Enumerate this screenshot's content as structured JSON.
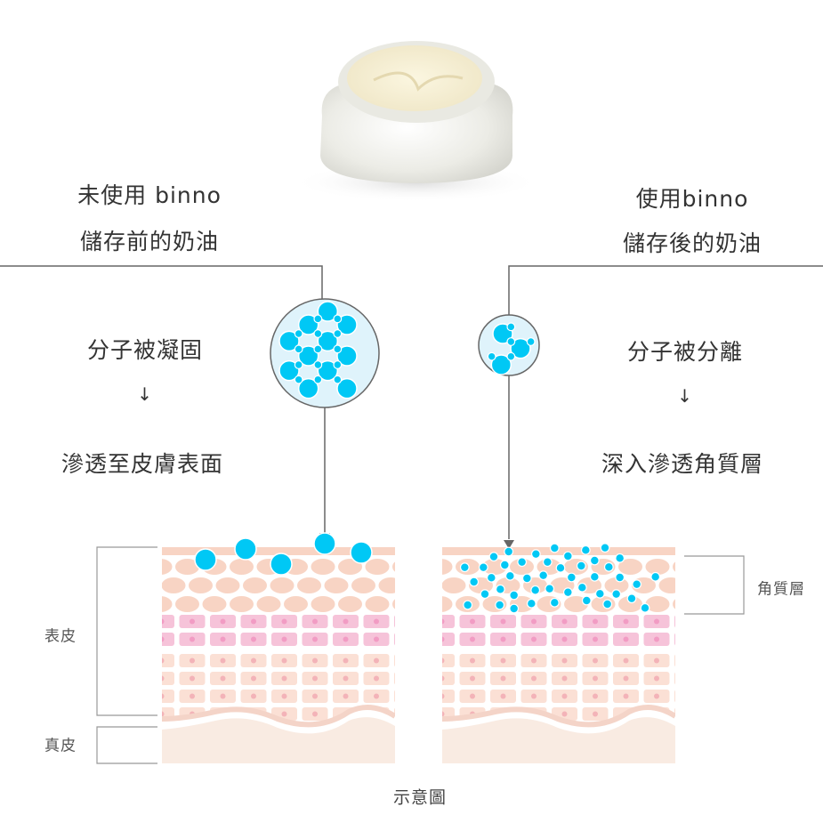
{
  "left": {
    "title_line1": "未使用 binno",
    "title_line2": "儲存前的奶油",
    "state": "分子被凝固",
    "arrow": "↓",
    "result": "滲透至皮膚表面"
  },
  "right": {
    "title_line1": "使用binno",
    "title_line2": "儲存後的奶油",
    "state": "分子被分離",
    "arrow": "↓",
    "result": "深入滲透角質層"
  },
  "labels": {
    "epidermis": "表皮",
    "dermis": "真皮",
    "stratum_corneum": "角質層",
    "caption": "示意圖"
  },
  "colors": {
    "molecule": "#00c8f5",
    "molecule_bg": "#dff3fb",
    "corneum_cell": "#f8d4c4",
    "basal_cell": "#f6c3d9",
    "basal_nucleus": "#f29cc4",
    "spinous_cell": "#fbe0d5",
    "spinous_nucleus": "#f3b3b8",
    "dermis": "#f9ebe2",
    "line": "#666666"
  }
}
